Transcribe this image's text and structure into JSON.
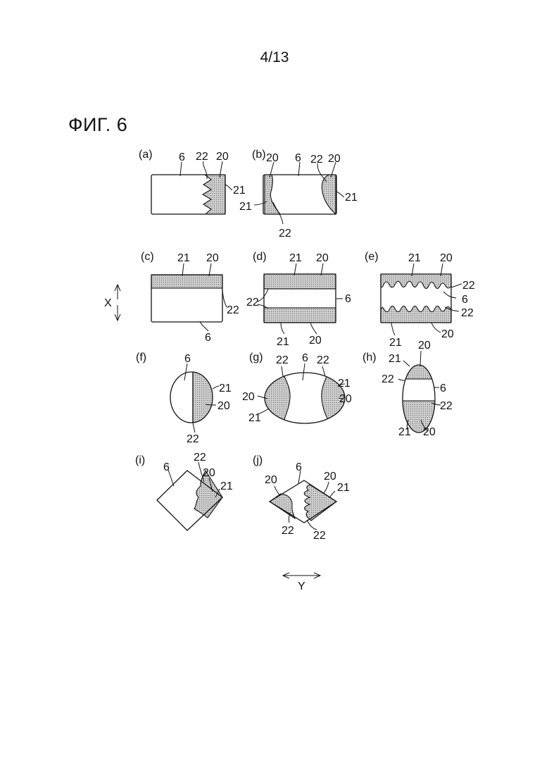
{
  "page_number": "4/13",
  "figure_title": "ФИГ. 6",
  "colors": {
    "ink": "#111111",
    "shading": "#b5b5b5"
  },
  "panels": {
    "a": {
      "label": "(a)",
      "refs": [
        "6",
        "22",
        "20",
        "21"
      ]
    },
    "b": {
      "label": "(b)",
      "refs": [
        "20",
        "6",
        "22",
        "20",
        "21",
        "21",
        "22"
      ]
    },
    "c": {
      "label": "(c)",
      "refs": [
        "21",
        "20",
        "22",
        "6"
      ]
    },
    "d": {
      "label": "(d)",
      "refs": [
        "21",
        "20",
        "22",
        "6",
        "21",
        "20"
      ]
    },
    "e": {
      "label": "(e)",
      "refs": [
        "21",
        "20",
        "22",
        "6",
        "22",
        "21",
        "20"
      ]
    },
    "f": {
      "label": "(f)",
      "refs": [
        "6",
        "21",
        "20",
        "22"
      ]
    },
    "g": {
      "label": "(g)",
      "refs": [
        "22",
        "6",
        "22",
        "21",
        "20",
        "20",
        "21"
      ]
    },
    "h": {
      "label": "(h)",
      "refs": [
        "20",
        "21",
        "22",
        "6",
        "22",
        "21",
        "20"
      ]
    },
    "i": {
      "label": "(i)",
      "refs": [
        "6",
        "22",
        "20",
        "21"
      ]
    },
    "j": {
      "label": "(j)",
      "refs": [
        "20",
        "6",
        "20",
        "21",
        "22",
        "22"
      ]
    }
  },
  "axes": {
    "x_label": "X",
    "y_label": "Y"
  }
}
